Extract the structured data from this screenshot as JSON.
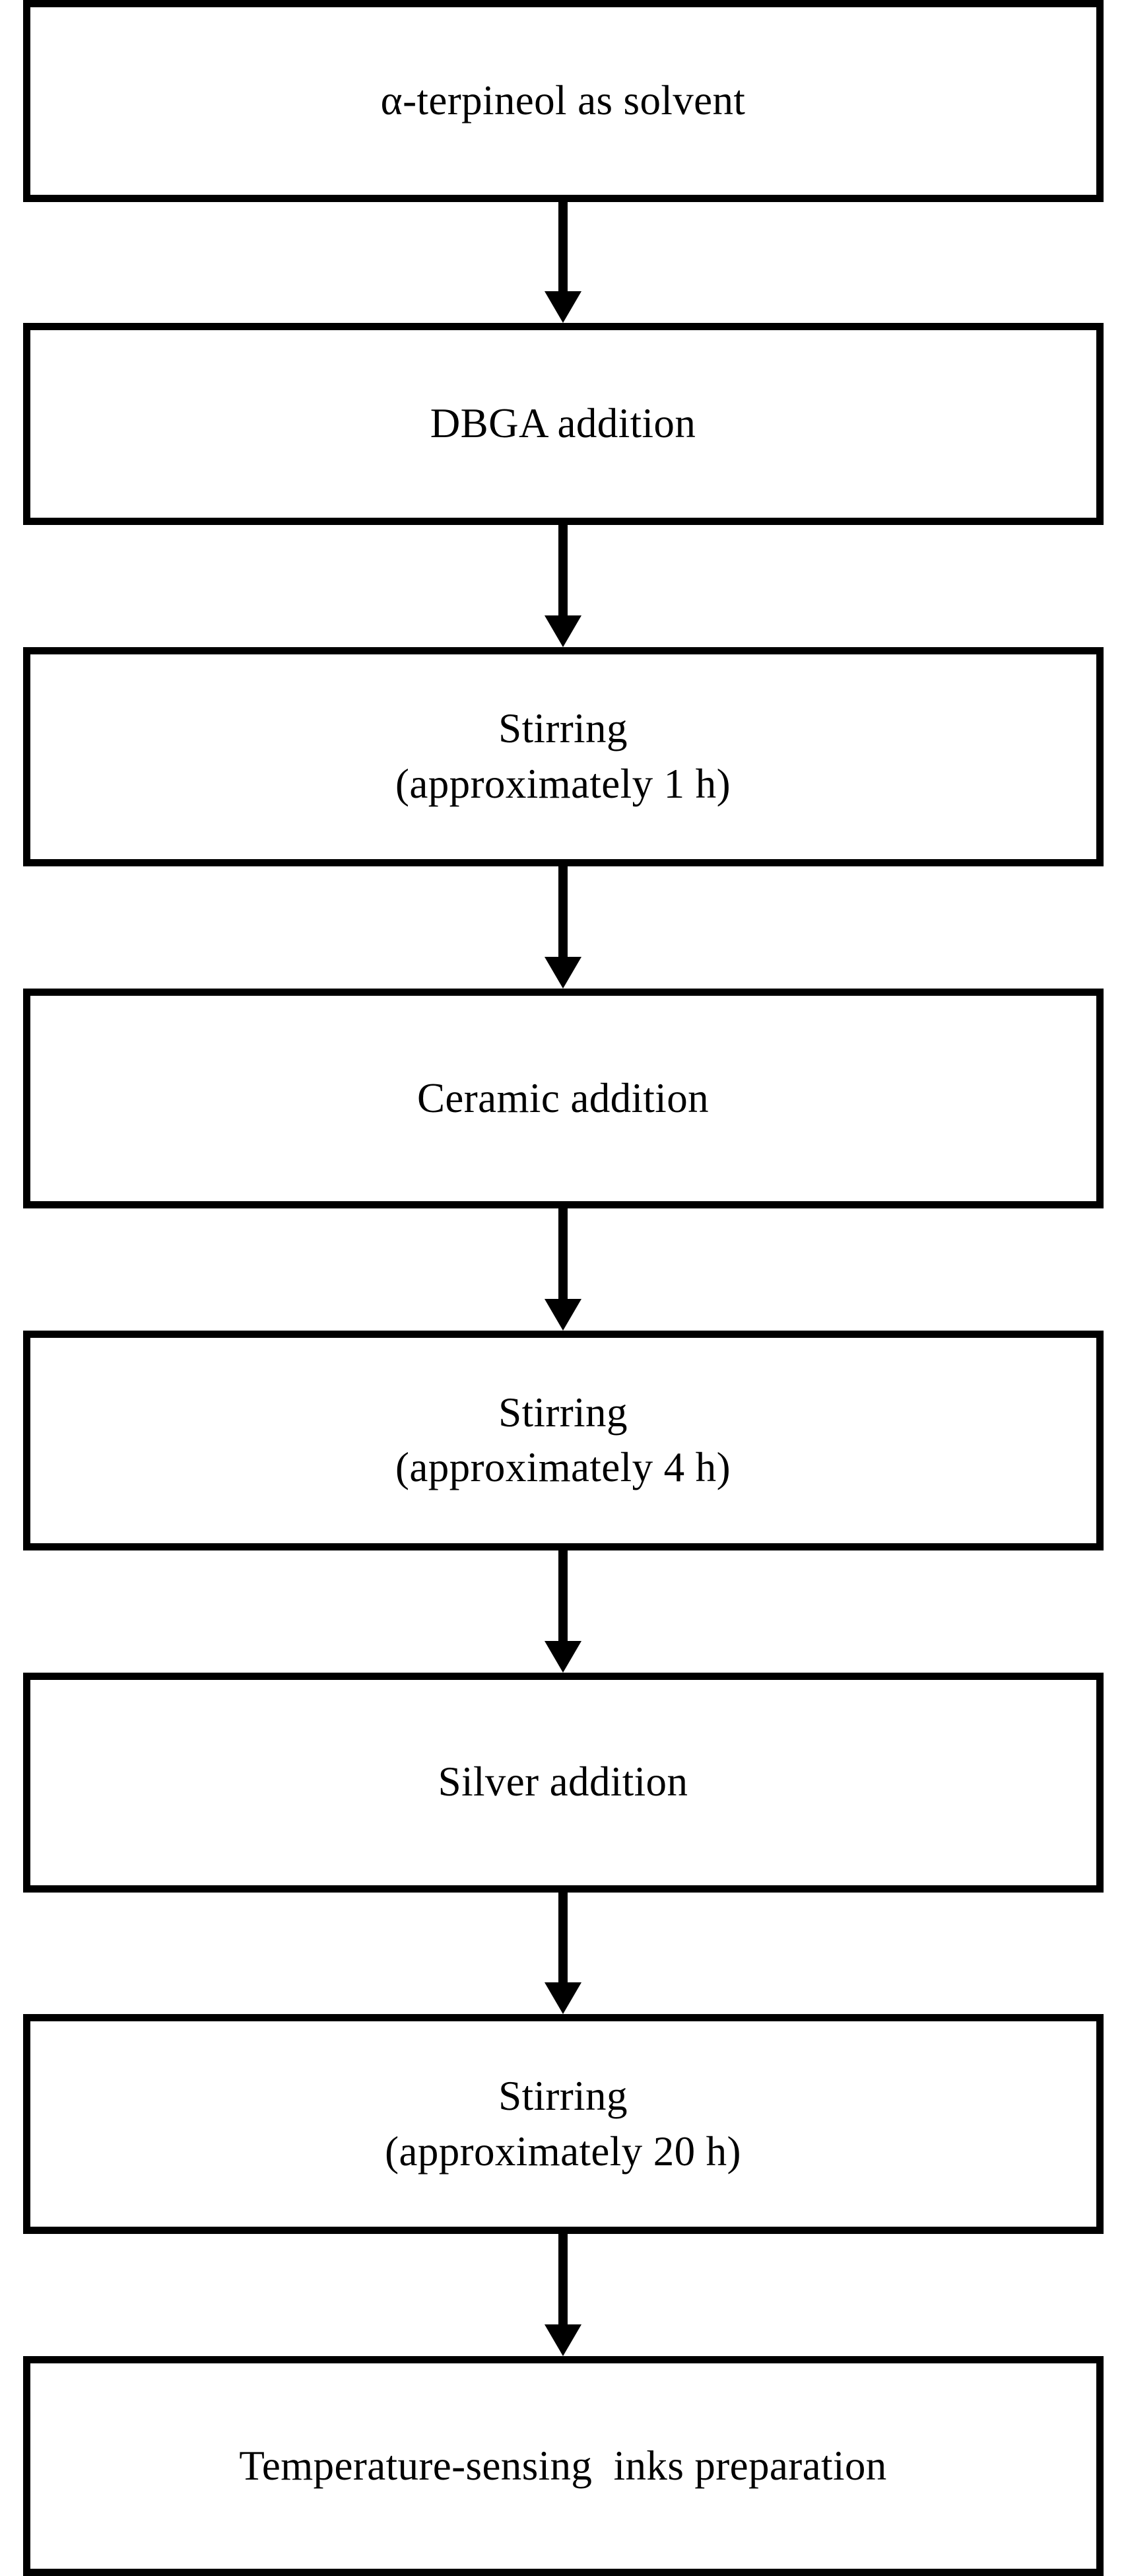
{
  "diagram": {
    "type": "flowchart",
    "orientation": "vertical",
    "title": "",
    "style": {
      "box_border_color": "#000000",
      "box_fill_color": "#ffffff",
      "arrow_color": "#000000",
      "text_color": "#000000",
      "background": "#ffffff"
    },
    "nodes": [
      {
        "id": "solvent",
        "lines": [
          "α-terpineol as solvent"
        ],
        "line_count": 1
      },
      {
        "id": "dbga",
        "lines": [
          "DBGA addition"
        ],
        "line_count": 1
      },
      {
        "id": "stirring-1h",
        "lines": [
          "Stirring",
          "(approximately 1 h)"
        ],
        "line_count": 2
      },
      {
        "id": "ceramic",
        "lines": [
          "Ceramic addition"
        ],
        "line_count": 1
      },
      {
        "id": "stirring-4h",
        "lines": [
          "Stirring",
          "(approximately 4 h)"
        ],
        "line_count": 2
      },
      {
        "id": "silver",
        "lines": [
          "Silver addition"
        ],
        "line_count": 1
      },
      {
        "id": "stirring-20h",
        "lines": [
          "Stirring",
          "(approximately 20 h)"
        ],
        "line_count": 2
      },
      {
        "id": "inks",
        "lines": [
          "Temperature-sensing  inks preparation"
        ],
        "line_count": 1
      }
    ],
    "edges": [
      {
        "from": "solvent",
        "to": "dbga",
        "arrow": "down"
      },
      {
        "from": "dbga",
        "to": "stirring-1h",
        "arrow": "down"
      },
      {
        "from": "stirring-1h",
        "to": "ceramic",
        "arrow": "down"
      },
      {
        "from": "ceramic",
        "to": "stirring-4h",
        "arrow": "down"
      },
      {
        "from": "stirring-4h",
        "to": "silver",
        "arrow": "down"
      },
      {
        "from": "silver",
        "to": "stirring-20h",
        "arrow": "down"
      },
      {
        "from": "stirring-20h",
        "to": "inks",
        "arrow": "down"
      }
    ]
  }
}
